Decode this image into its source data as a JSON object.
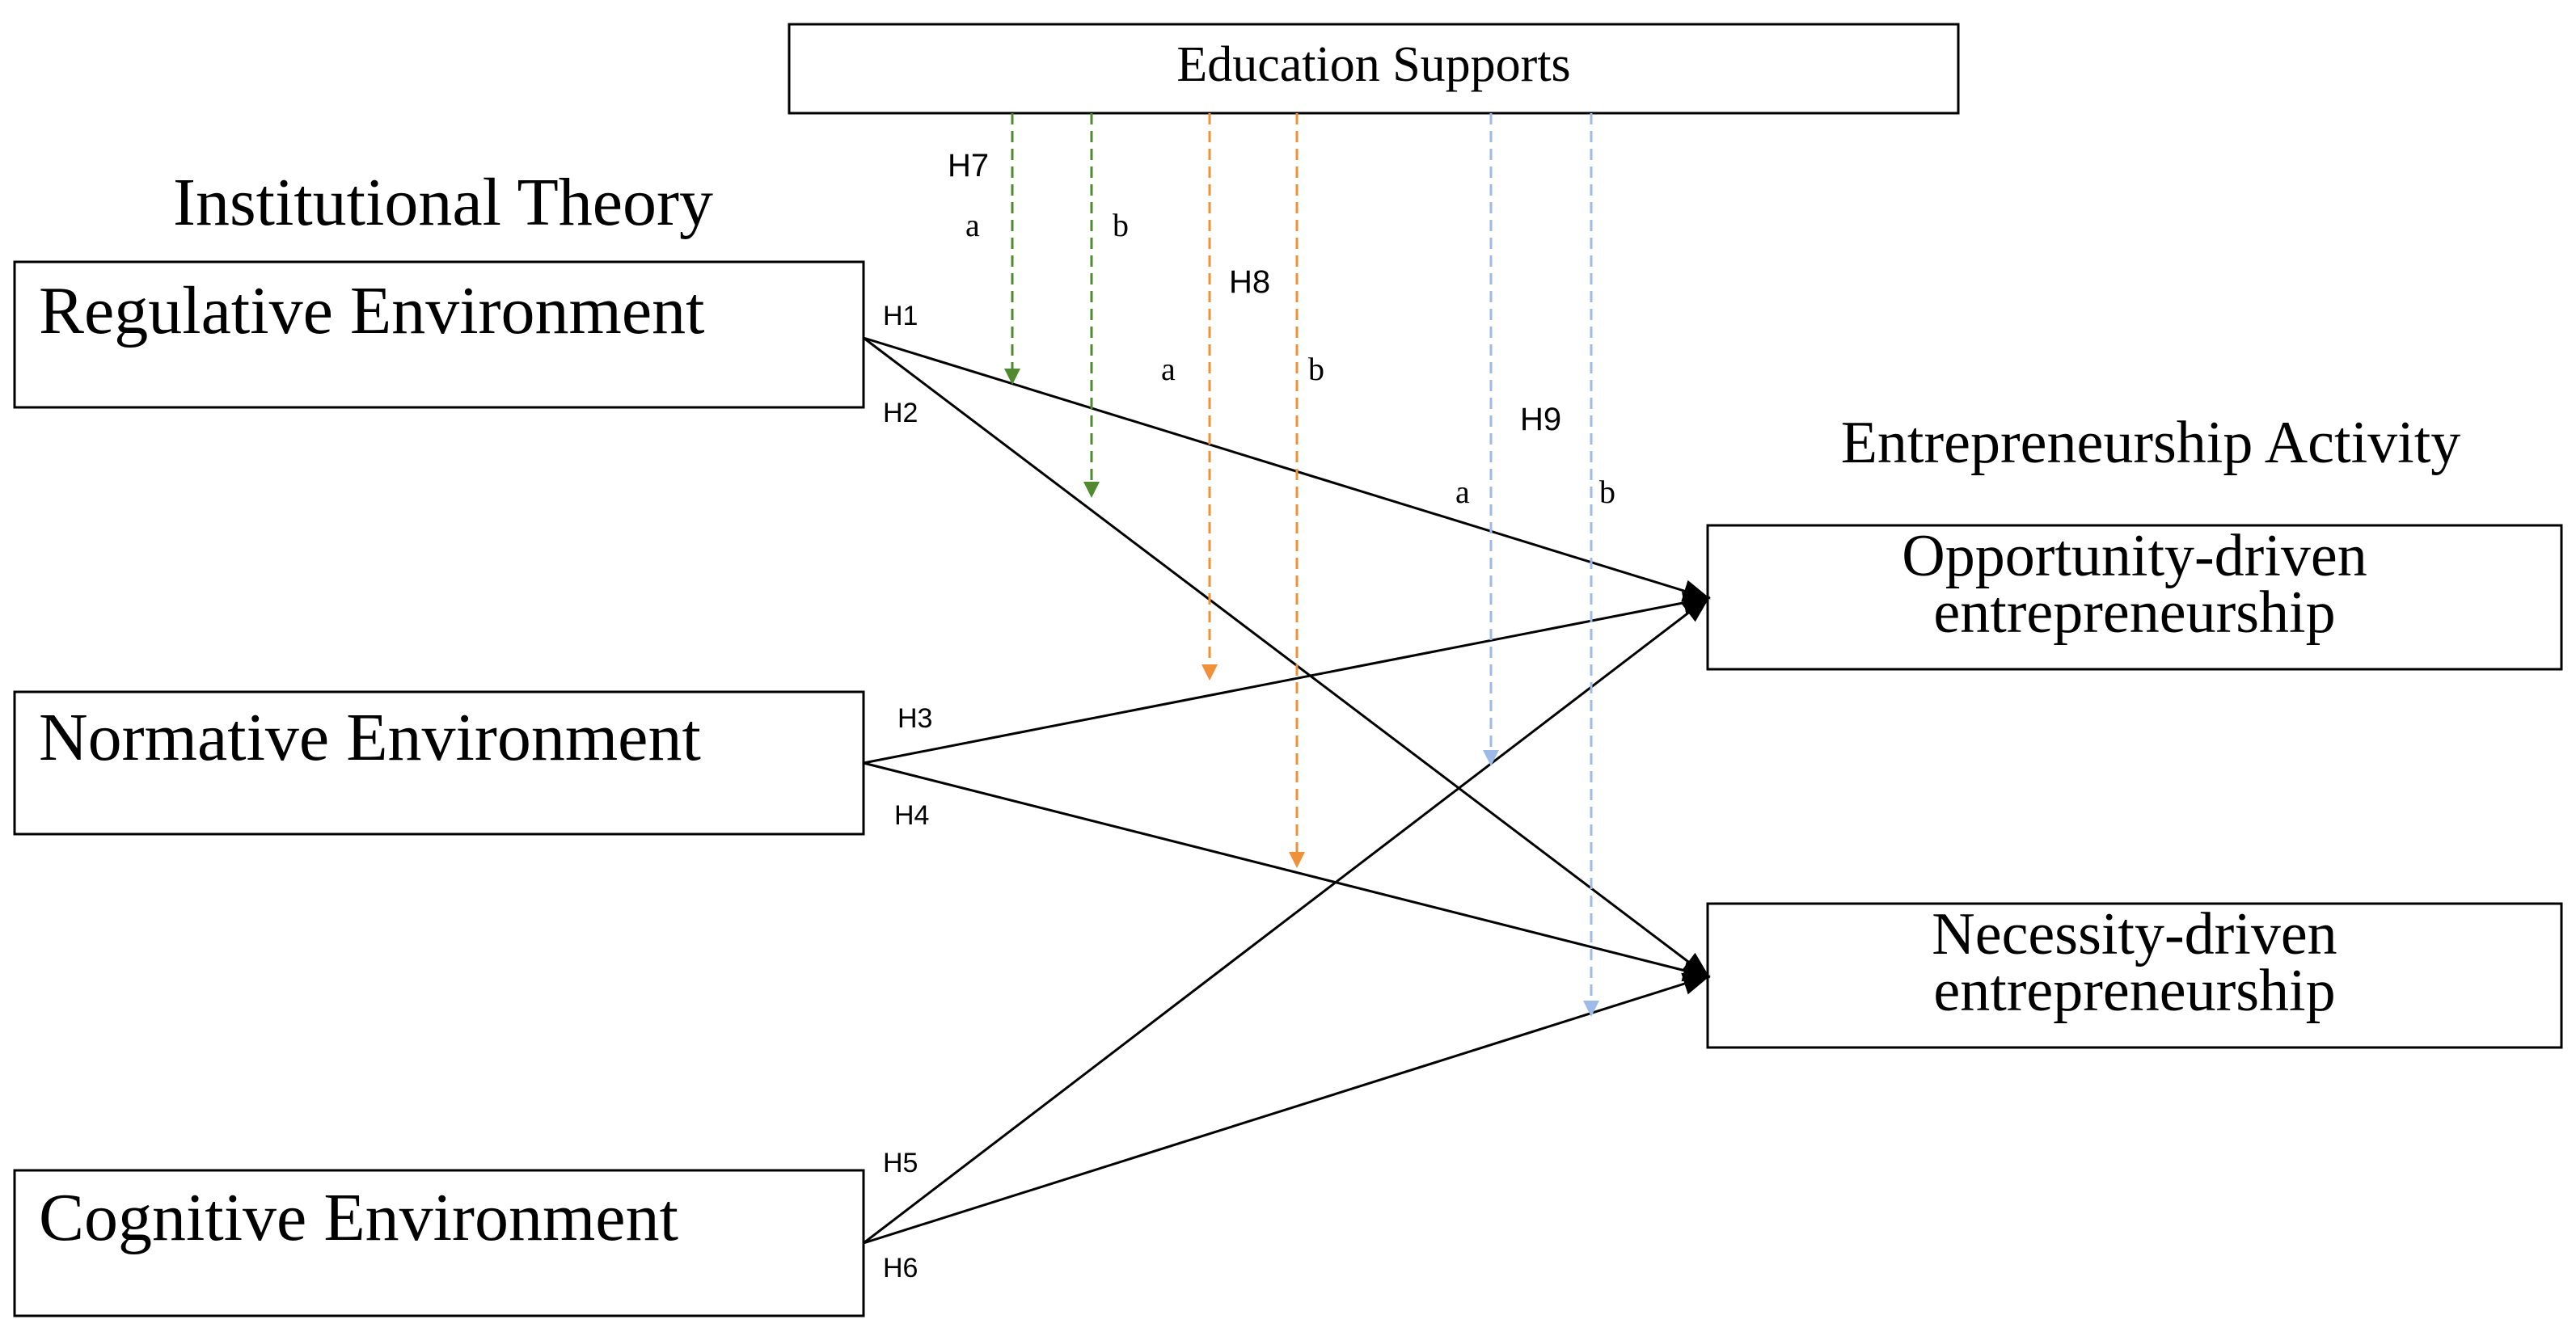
{
  "framework": {
    "left_heading": "Institutional Theory",
    "right_heading": "Entrepreneurship Activity"
  },
  "nodes": {
    "education": "Education Supports",
    "regulative": "Regulative Environment",
    "normative": "Normative Environment",
    "cognitive": "Cognitive Environment",
    "opportunity": [
      "Opportunity-driven",
      "entrepreneurship"
    ],
    "necessity": [
      "Necessity-driven",
      "entrepreneurship"
    ]
  },
  "direct_paths": [
    {
      "label": "H1",
      "from": "regulative",
      "to": "opportunity"
    },
    {
      "label": "H2",
      "from": "regulative",
      "to": "necessity"
    },
    {
      "label": "H3",
      "from": "normative",
      "to": "opportunity"
    },
    {
      "label": "H4",
      "from": "normative",
      "to": "necessity"
    },
    {
      "label": "H5",
      "from": "cognitive",
      "to": "opportunity"
    },
    {
      "label": "H6",
      "from": "cognitive",
      "to": "necessity"
    }
  ],
  "moderation_paths": [
    {
      "label": "H7",
      "sub": [
        "a",
        "b"
      ],
      "moderates": [
        "H1",
        "H2"
      ],
      "color": "#4f8a2f"
    },
    {
      "label": "H8",
      "sub": [
        "a",
        "b"
      ],
      "moderates": [
        "H3",
        "H4"
      ],
      "color": "#f0913a"
    },
    {
      "label": "H9",
      "sub": [
        "a",
        "b"
      ],
      "moderates": [
        "H5",
        "H6"
      ],
      "color": "#9dbbe6"
    }
  ],
  "colors": {
    "line": "#000000",
    "h7": "#4f8a2f",
    "h8": "#f0913a",
    "h9": "#9dbbe6"
  }
}
